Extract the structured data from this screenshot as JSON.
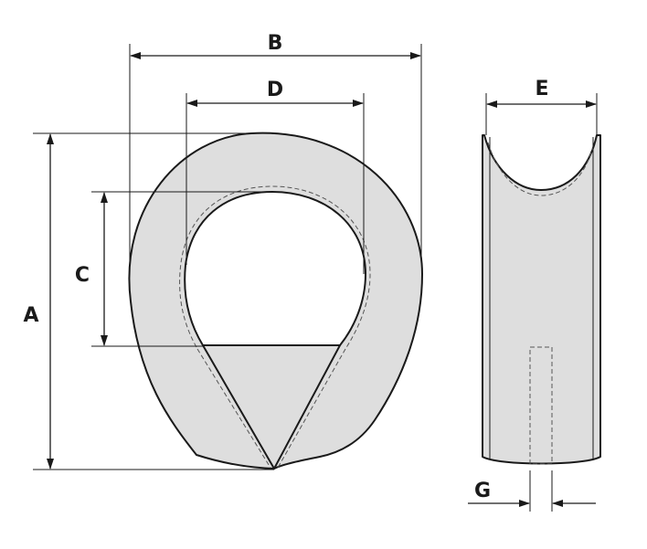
{
  "labels": {
    "a": "A",
    "b": "B",
    "c": "C",
    "d": "D",
    "e": "E",
    "g": "G"
  },
  "colors": {
    "fill": "#dedede",
    "line": "#1a1a1a",
    "background": "#ffffff"
  }
}
